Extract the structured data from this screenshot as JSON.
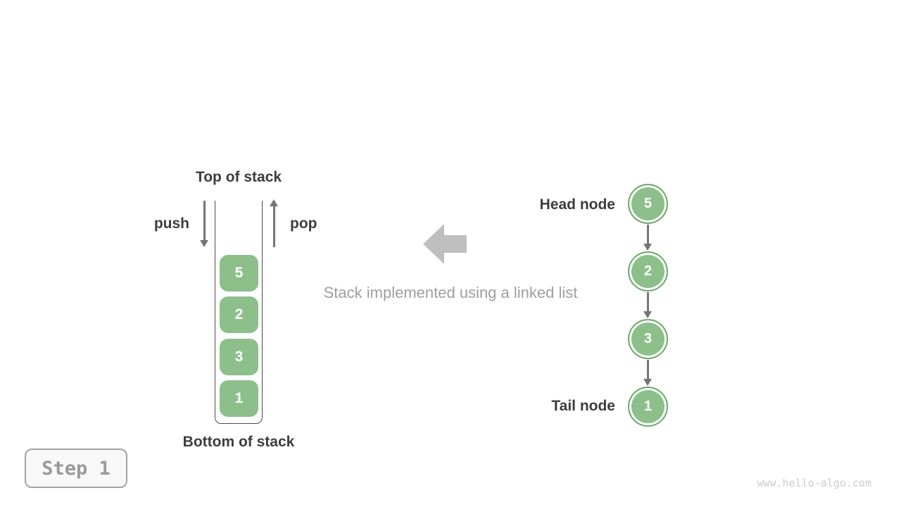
{
  "stack": {
    "top_label": "Top of stack",
    "bottom_label": "Bottom of stack",
    "push_label": "push",
    "pop_label": "pop",
    "blocks": [
      "5",
      "2",
      "3",
      "1"
    ]
  },
  "caption": {
    "text": "Stack implemented using a linked list",
    "arrow_icon": "left-block-arrow"
  },
  "linked_list": {
    "head_label": "Head node",
    "tail_label": "Tail node",
    "nodes": [
      "5",
      "2",
      "3",
      "1"
    ]
  },
  "step_badge": {
    "label": "Step 1"
  },
  "watermark": "www.hello-algo.com",
  "colors": {
    "node_green": "#8dbf8b",
    "node_border_green": "#6fab6d",
    "arrow_gray": "#757575",
    "block_arrow_gray": "#bfbfbf",
    "label_dark": "#3d3d3d",
    "muted_gray": "#9e9e9e",
    "watermark_gray": "#cbcbcb"
  }
}
